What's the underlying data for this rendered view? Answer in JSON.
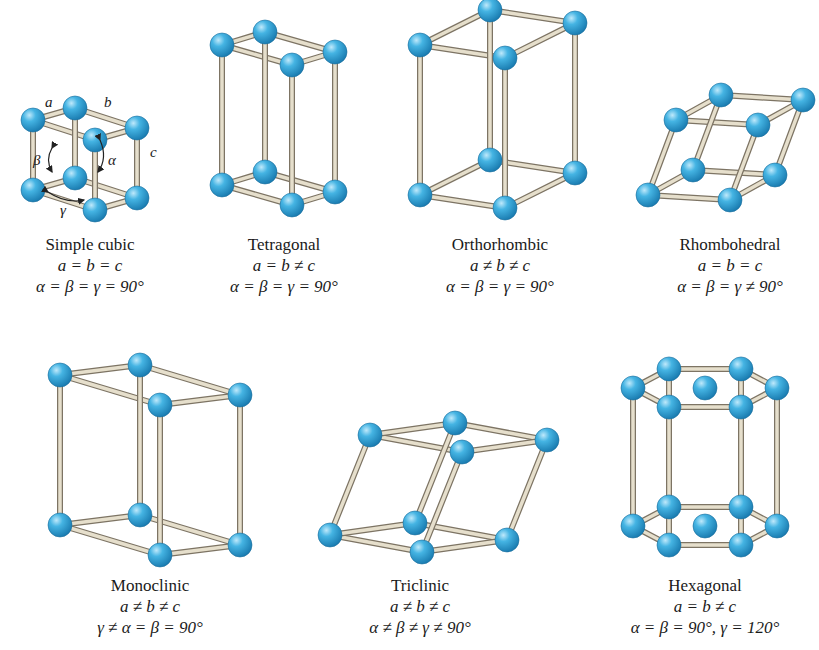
{
  "diagram": {
    "labels": [
      "a",
      "b",
      "c",
      "β",
      "α",
      "γ",
      "Simple cubic",
      "a = b = c",
      "α = β = γ = 90°",
      "Tetragonal",
      "a = b ≠ c",
      "α = β = γ = 90°",
      "Orthorhombic",
      "a ≠ b ≠ c",
      "α = β = γ = 90°",
      "Rhombohedral",
      "a = b = c",
      "α = β = γ ≠ 90°",
      "Monoclinic",
      "a ≠ b ≠ c",
      "γ ≠ α = β = 90°",
      "Triclinic",
      "a ≠ b ≠ c",
      "α ≠ β ≠ γ ≠ 90°",
      "Hexagonal",
      "a = b ≠ c",
      "α = β = 90°, γ = 120°"
    ]
  }
}
